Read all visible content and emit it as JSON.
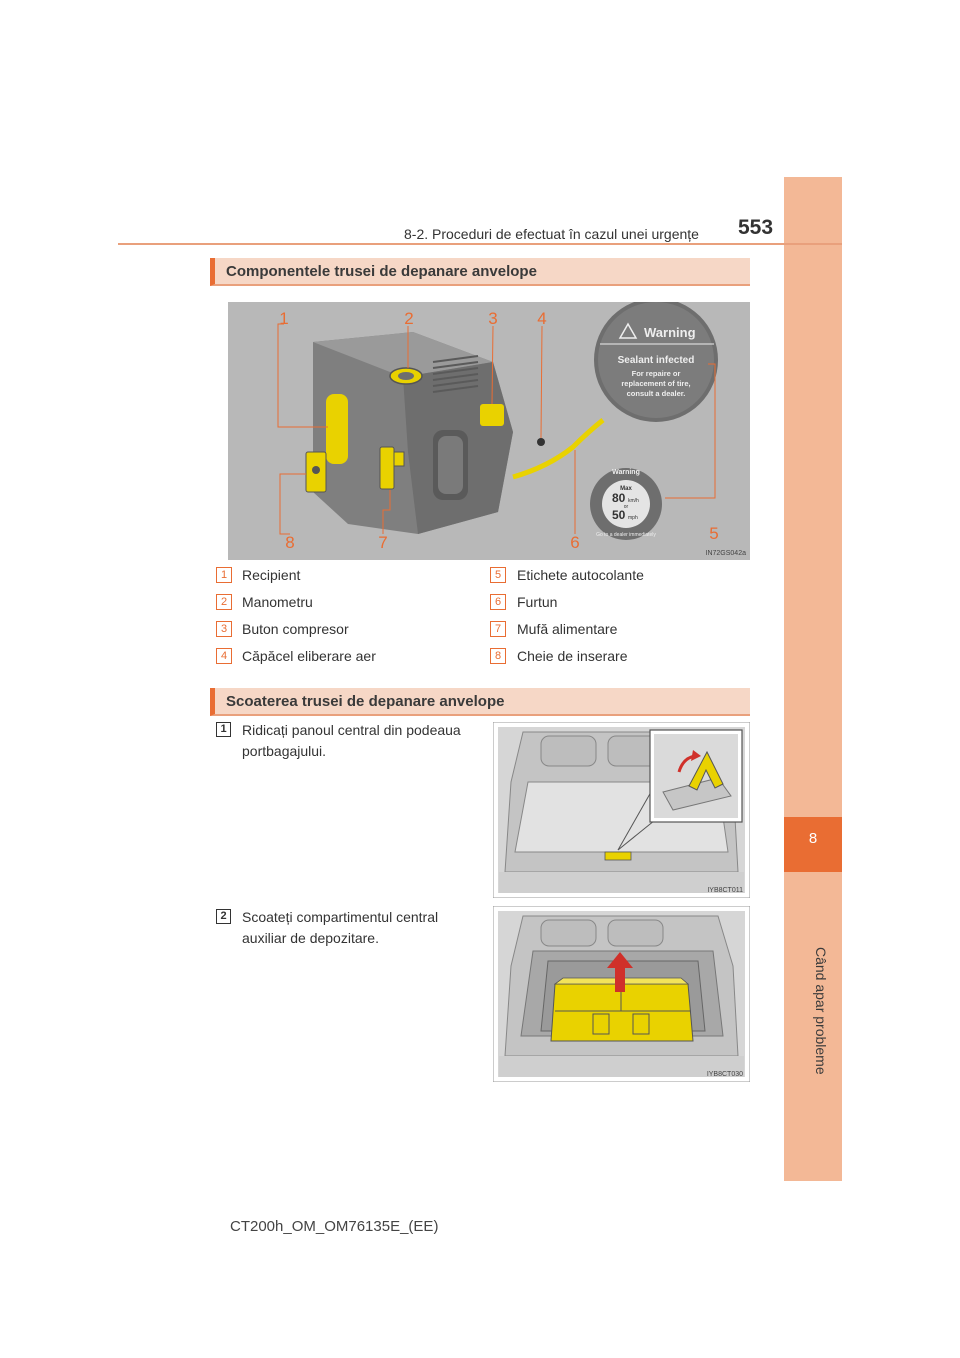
{
  "header": {
    "section_title": "8-2. Proceduri de efectuat în cazul unei urgențe",
    "page_number": "553"
  },
  "side_tab": {
    "chapter_number": "8",
    "chapter_title": "Când apar probleme"
  },
  "section1": {
    "heading": "Componentele trusei de depanare anvelope",
    "figure": {
      "code": "IN72GS042a",
      "callouts": [
        "1",
        "2",
        "3",
        "4",
        "5",
        "6",
        "7",
        "8"
      ],
      "warning_label": {
        "title": "Warning",
        "line1": "Sealant infected",
        "line2": "For repaire or",
        "line3": "replacement of tire,",
        "line4": "consult a dealer."
      },
      "speed_label": {
        "title": "Warning",
        "max": "Max",
        "kmh_value": "80",
        "kmh_unit": "km/h",
        "or": "or",
        "mph_value": "50",
        "mph_unit": "mph",
        "ring_text": "Go to a dealer immediately"
      }
    },
    "legend": [
      {
        "num": "1",
        "label": "Recipient"
      },
      {
        "num": "2",
        "label": "Manometru"
      },
      {
        "num": "3",
        "label": "Buton compresor"
      },
      {
        "num": "4",
        "label": "Căpăcel eliberare aer"
      },
      {
        "num": "5",
        "label": "Etichete autocolante"
      },
      {
        "num": "6",
        "label": "Furtun"
      },
      {
        "num": "7",
        "label": "Mufă alimentare"
      },
      {
        "num": "8",
        "label": "Cheie de inserare"
      }
    ]
  },
  "section2": {
    "heading": "Scoaterea trusei de depanare anvelope",
    "steps": [
      {
        "num": "1",
        "text": "Ridicați panoul central din podeaua portbagajului.",
        "photo_code": "IYB8CT011"
      },
      {
        "num": "2",
        "text": "Scoateți compartimentul central auxiliar de depozitare.",
        "photo_code": "IYB8CT030"
      }
    ]
  },
  "footer": {
    "code": "CT200h_OM_OM76135E_(EE)"
  },
  "colors": {
    "accent": "#e96d33",
    "tab_band": "#f3b896",
    "heading_bg": "#f6d7c6",
    "kit_yellow": "#e9d200"
  }
}
